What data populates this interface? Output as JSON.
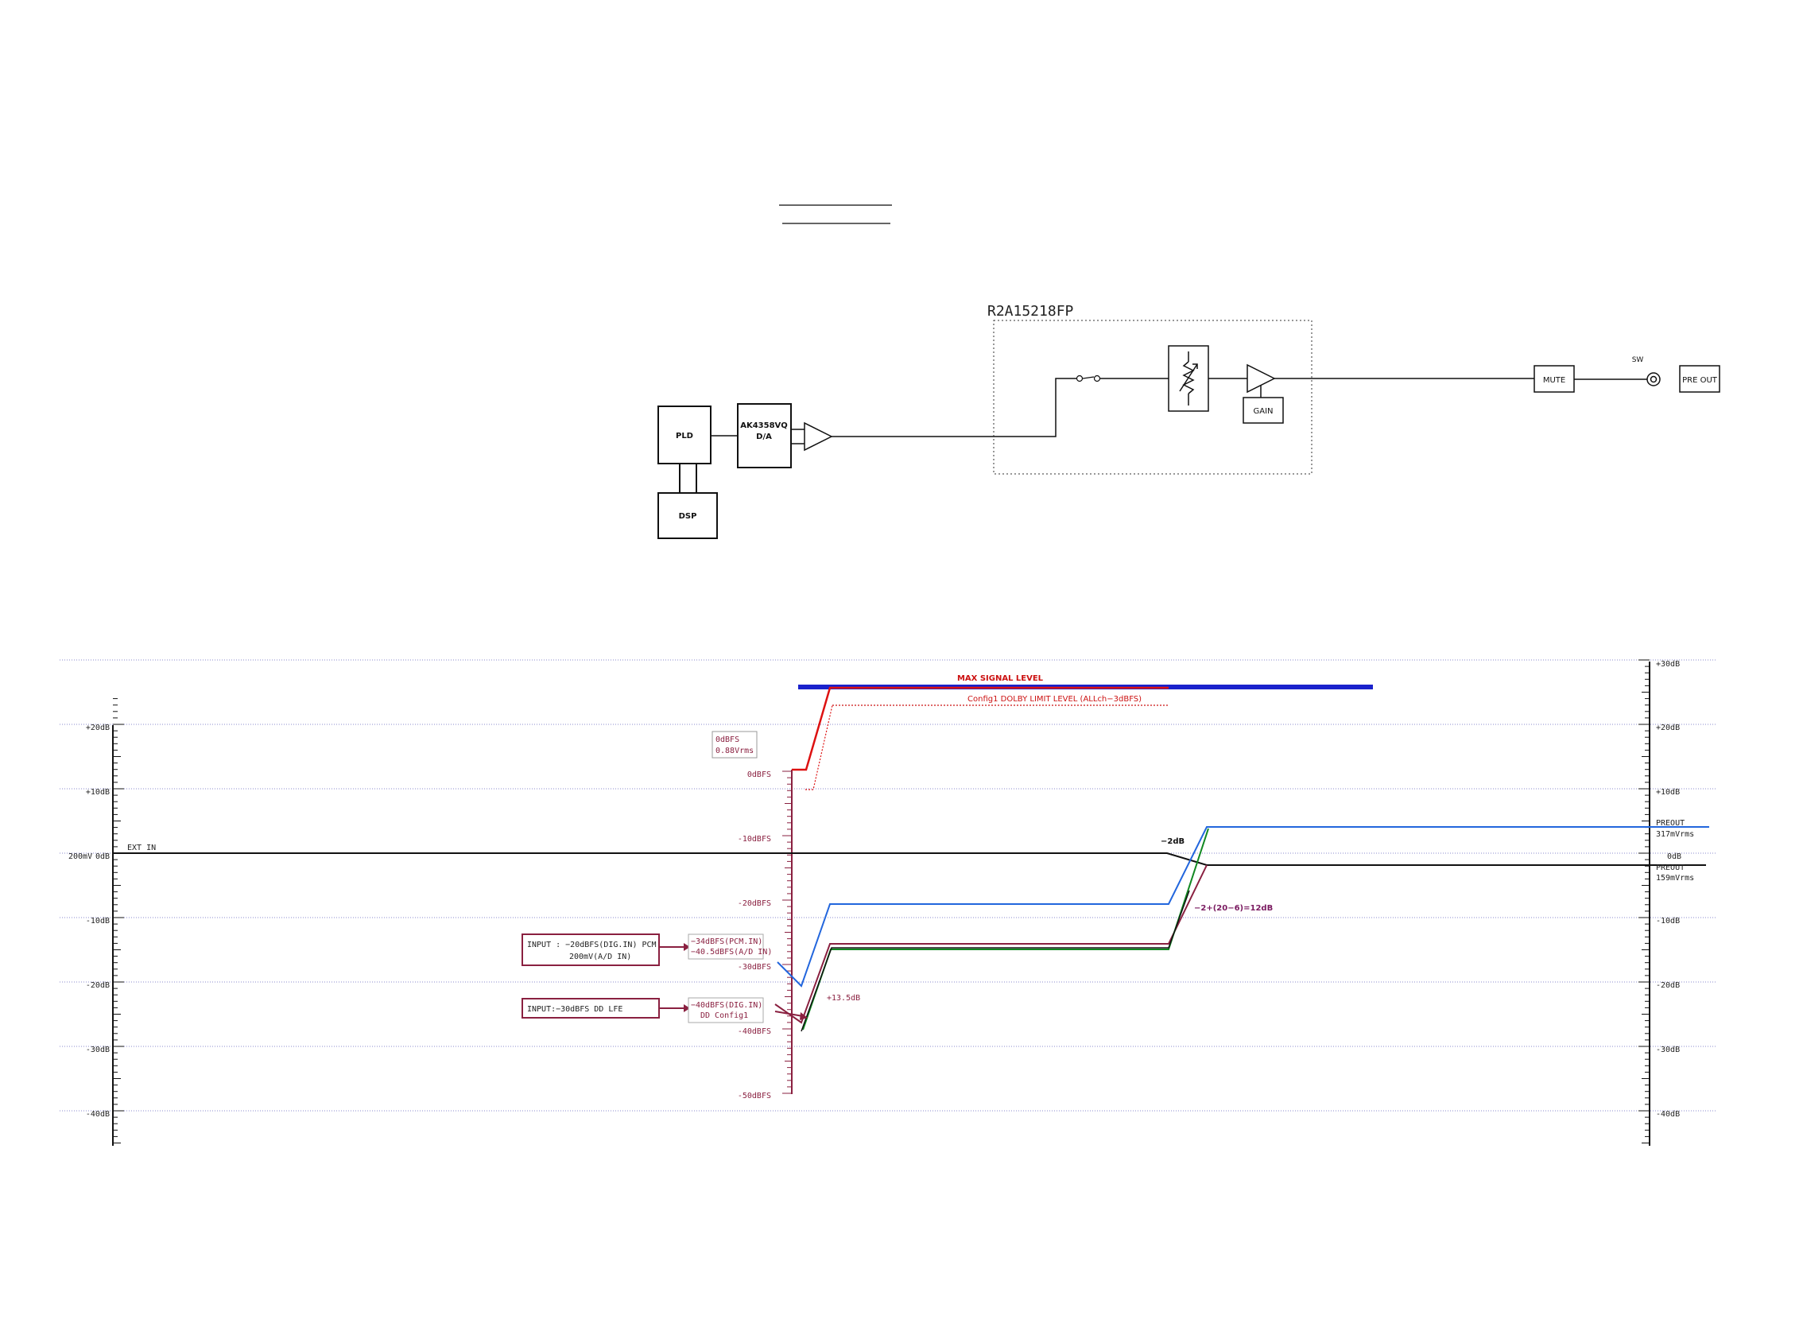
{
  "block_diagram": {
    "chip_label": "R2A15218FP",
    "pld": "PLD",
    "dsp": "DSP",
    "dac_line1": "AK4358VQ",
    "dac_line2": "D/A",
    "gain": "GAIN",
    "mute": "MUTE",
    "sw": "SW",
    "pre_out": "PRE OUT"
  },
  "level_chart": {
    "left_scale": [
      "+20dB",
      "+10dB",
      "0dB",
      "-10dB",
      "-20dB",
      "-30dB",
      "-40dB"
    ],
    "right_scale": [
      "+30dB",
      "+20dB",
      "+10dB",
      "0dB",
      "-10dB",
      "-20dB",
      "-30dB",
      "-40dB"
    ],
    "ref_left": "200mV",
    "ext_in": "EXT IN",
    "dbfs_scale": [
      "0dBFS",
      "-10dBFS",
      "-20dBFS",
      "-30dBFS",
      "-40dBFS",
      "-50dBFS"
    ],
    "max_signal": "MAX SIGNAL LEVEL",
    "dolby_limit": "Config1  DOLBY LIMIT LEVEL  (ALLch−3dBFS)",
    "box_0dbfs_l1": "0dBFS",
    "box_0dbfs_l2": "0.88Vrms",
    "input_pcm_l1": "INPUT : −20dBFS(DIG.IN) PCM",
    "input_pcm_l2": "200mV(A/D IN)",
    "pcm_level_l1": "−34dBFS(PCM.IN)",
    "pcm_level_l2": "−40.5dBFS(A/D IN)",
    "input_lfe": "INPUT:−30dBFS DD LFE",
    "lfe_level_l1": "−40dBFS(DIG.IN)",
    "lfe_level_l2": "DD Config1",
    "gain_13_5": "+13.5dB",
    "minus_2db": "−2dB",
    "formula": "−2+(20−6)=12dB",
    "preout_a_l1": "PREOUT",
    "preout_a_l2": "317mVrms",
    "preout_b_l1": "PREOUT",
    "preout_b_l2": "159mVrms"
  },
  "colors": {
    "blue": "#2266dd",
    "red": "#dd1111",
    "green": "#118822",
    "maroon": "#8a2040",
    "black": "#111111"
  }
}
